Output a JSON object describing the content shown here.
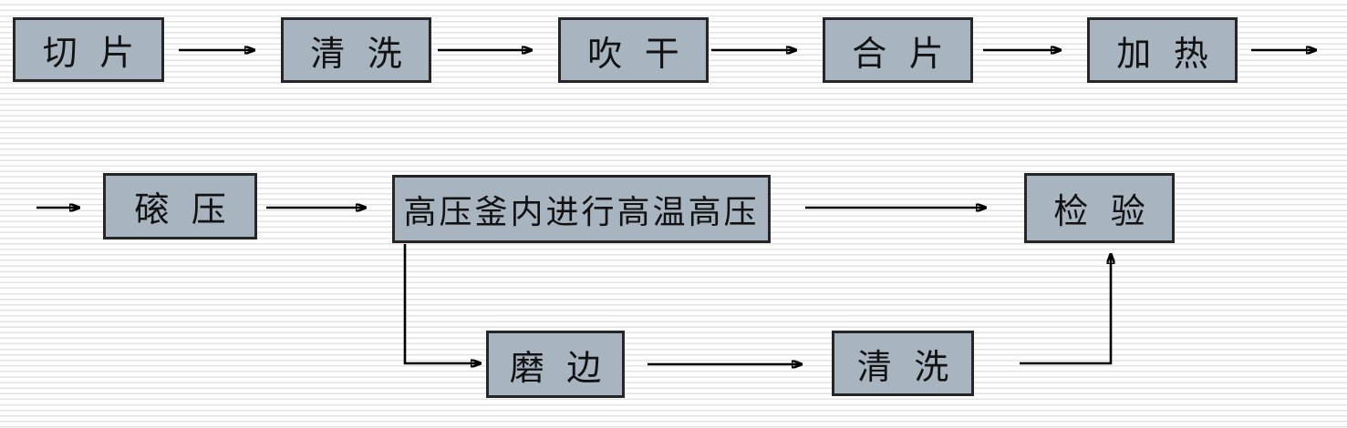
{
  "diagram": {
    "type": "flowchart",
    "language": "zh-CN",
    "colors": {
      "node_fill": "#a8b4c0",
      "node_border": "#262626",
      "arrow": "#000000",
      "background_stripe": "#e3e3e3",
      "background": "#ffffff",
      "text": "#121212"
    },
    "nodes": [
      {
        "id": "slicing",
        "label": "切 片"
      },
      {
        "id": "washing-1",
        "label": "清 洗"
      },
      {
        "id": "drying",
        "label": "吹 干"
      },
      {
        "id": "assembling",
        "label": "合 片"
      },
      {
        "id": "heating",
        "label": "加 热"
      },
      {
        "id": "rolling",
        "label": "磙 压"
      },
      {
        "id": "autoclave",
        "label": "高压釜内进行高温高压"
      },
      {
        "id": "inspection",
        "label": "检 验"
      },
      {
        "id": "edging",
        "label": "磨 边"
      },
      {
        "id": "washing-2",
        "label": "清 洗"
      }
    ],
    "edges": [
      {
        "from": "slicing",
        "to": "washing-1"
      },
      {
        "from": "washing-1",
        "to": "drying"
      },
      {
        "from": "drying",
        "to": "assembling"
      },
      {
        "from": "assembling",
        "to": "heating"
      },
      {
        "from": "heating",
        "to": "rolling",
        "note": "wraps to second row"
      },
      {
        "from": "rolling",
        "to": "autoclave"
      },
      {
        "from": "autoclave",
        "to": "inspection"
      },
      {
        "from": "autoclave",
        "to": "edging",
        "note": "branch down-right"
      },
      {
        "from": "edging",
        "to": "washing-2"
      },
      {
        "from": "washing-2",
        "to": "inspection",
        "note": "up-right into inspection"
      }
    ]
  }
}
